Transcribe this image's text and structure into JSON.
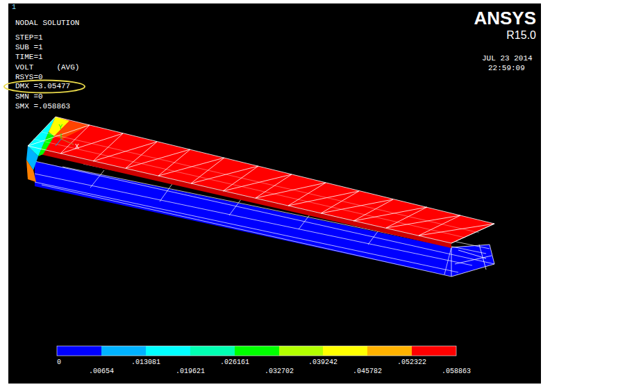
{
  "diagram": {
    "labels": [
      "1",
      "NODAL SOLUTION",
      "STEP=1",
      "SUB =1",
      "TIME=1",
      "VOLT     (AVG)",
      "RSYS=0",
      "DMX =3.05477",
      "SMN =0",
      "SMX =.058863",
      "ANSYS",
      "R15.0",
      "JUL 23 2014",
      "22:59:09",
      "Y",
      "X",
      "0",
      ".00654",
      ".013081",
      ".019621",
      ".026161",
      ".032702",
      ".039242",
      ".045782",
      ".052322",
      ".058863"
    ]
  }
}
